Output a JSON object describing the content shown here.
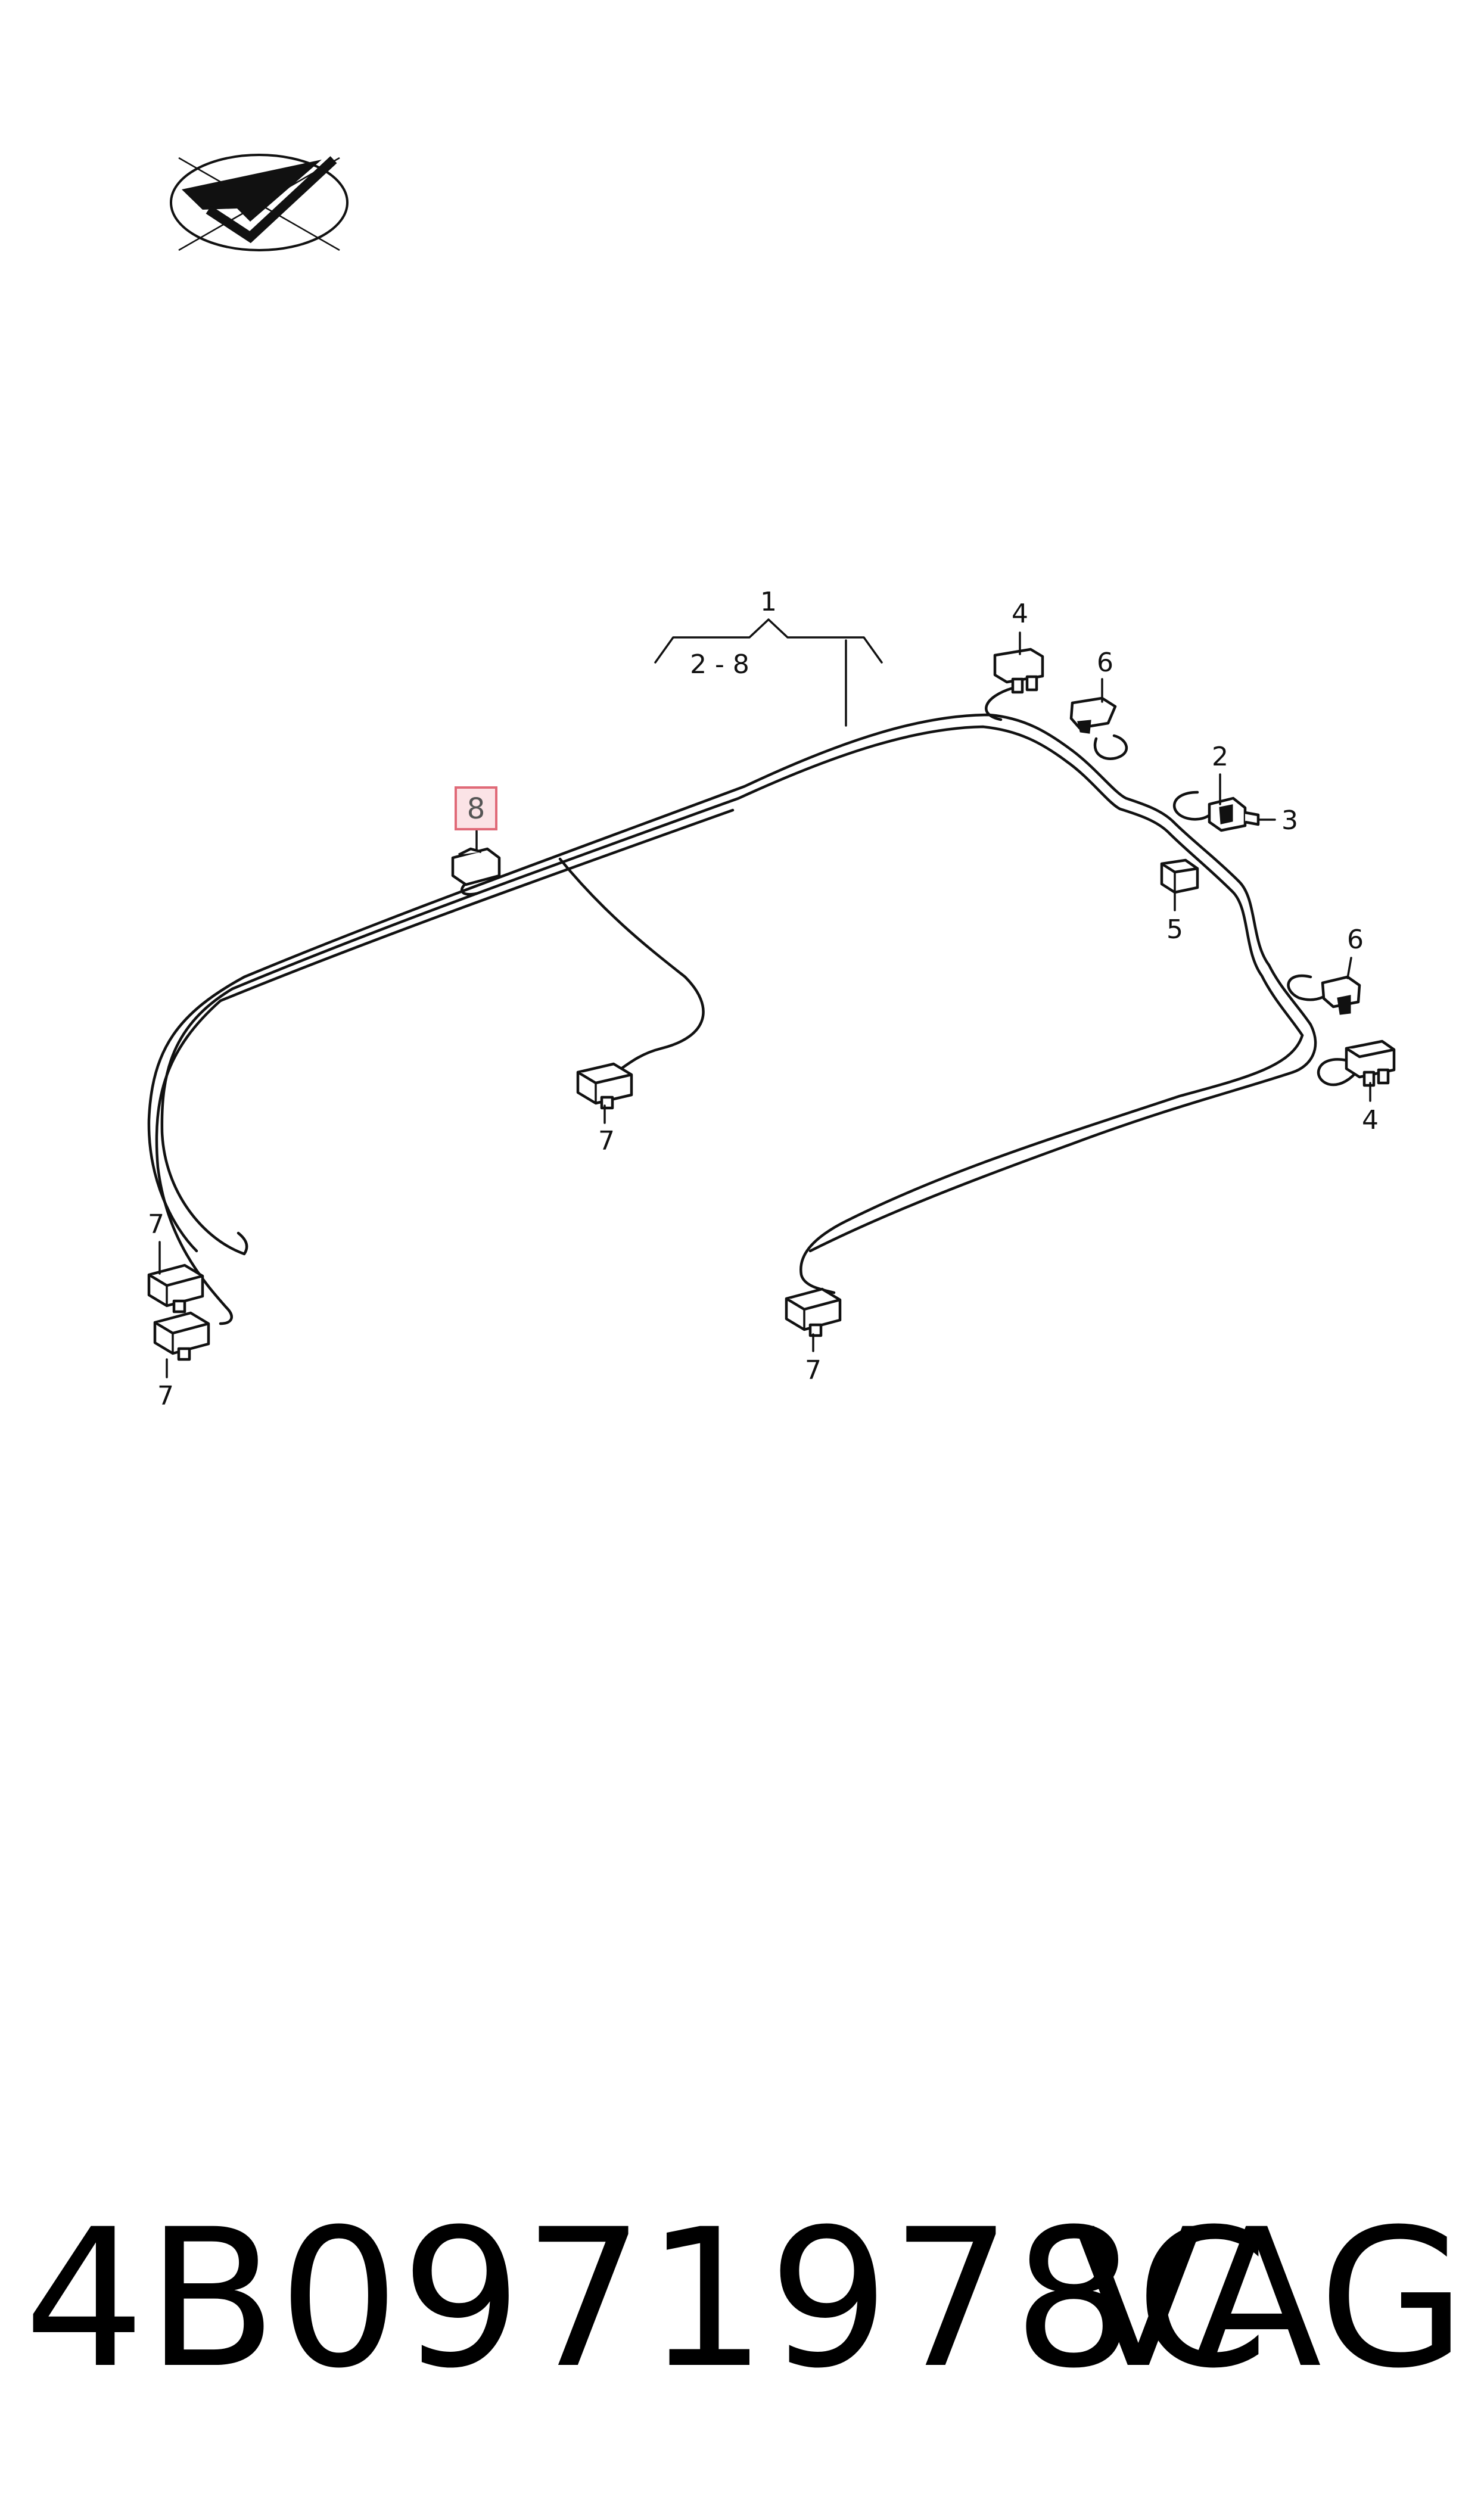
{
  "logo": {
    "icon": "paper-plane-check-logo"
  },
  "callouts": {
    "main_assembly": "1",
    "range": "2 - 8",
    "c2": "2",
    "c3": "3",
    "c4_top": "4",
    "c4_bottom": "4",
    "c5": "5",
    "c6_top": "6",
    "c6_bottom": "6",
    "c7_center": "7",
    "c7_left_top": "7",
    "c7_left_bottom": "7",
    "c7_bottom_center": "7",
    "c8_highlighted": "8"
  },
  "footer": {
    "part_number": "4B0971978C",
    "manufacturer": "VAG"
  },
  "colors": {
    "line": "#111111",
    "highlight_fill": "#fbe3e6",
    "highlight_border": "#e06a78"
  }
}
